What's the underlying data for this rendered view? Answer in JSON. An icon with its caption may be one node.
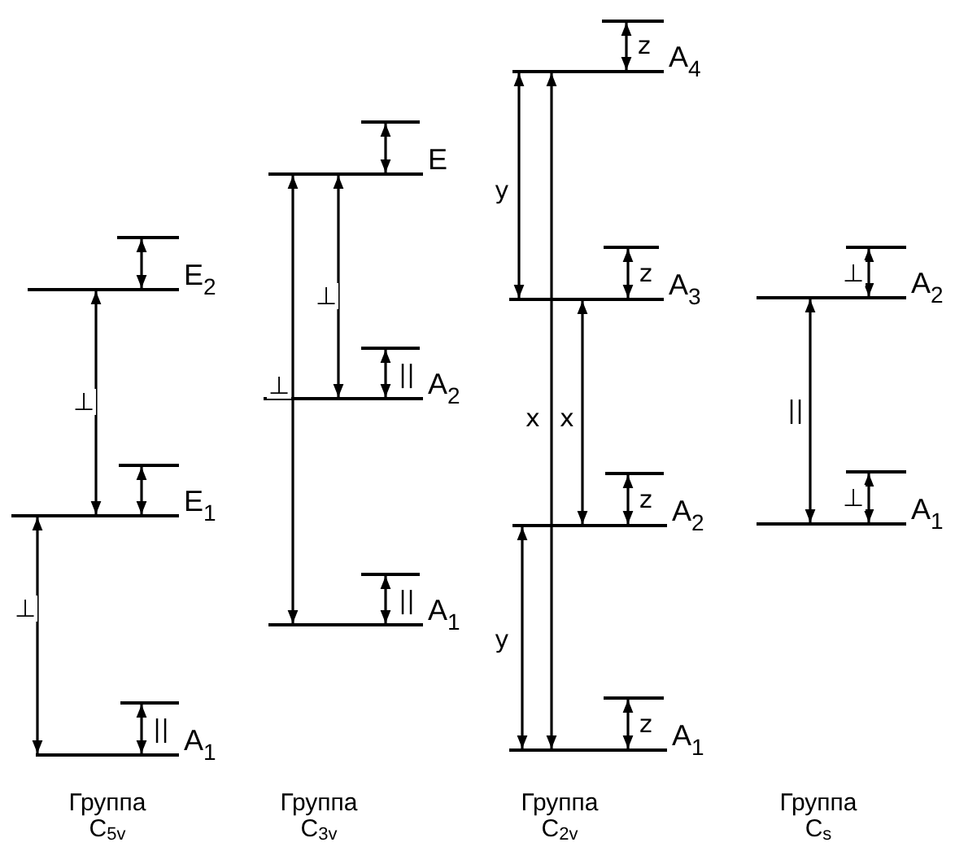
{
  "diagram": {
    "nodes": [
      {
        "text": [],
        "shape": "bar"
      },
      {
        "text": [],
        "shape": "bar",
        "beside": [
          "E$_{2}$"
        ]
      },
      {
        "text": [],
        "shape": "bar"
      },
      {
        "text": [],
        "shape": "bar",
        "beside": [
          "E$_{1}$"
        ]
      },
      {
        "text": [],
        "shape": "bar"
      },
      {
        "text": [],
        "shape": "bar",
        "beside": [
          "A$_{1}$"
        ]
      },
      {
        "text": [],
        "shape": "bar"
      },
      {
        "text": [],
        "shape": "bar",
        "beside": [
          "E"
        ]
      },
      {
        "text": [],
        "shape": "bar"
      },
      {
        "text": [],
        "shape": "bar",
        "beside": [
          "A$_{2}$"
        ]
      },
      {
        "text": [],
        "shape": "bar"
      },
      {
        "text": [],
        "shape": "bar",
        "beside": [
          "A$_{1}$"
        ]
      },
      {
        "text": [],
        "shape": "bar"
      },
      {
        "text": [],
        "shape": "bar",
        "beside": [
          "A$_{4}$"
        ]
      },
      {
        "text": [],
        "shape": "bar"
      },
      {
        "text": [],
        "shape": "bar",
        "beside": [
          "A$_{3}$"
        ]
      },
      {
        "text": [],
        "shape": "bar"
      },
      {
        "text": [],
        "shape": "bar",
        "beside": [
          "A$_{2}$"
        ]
      },
      {
        "text": [],
        "shape": "bar"
      },
      {
        "text": [],
        "shape": "bar",
        "beside": [
          "A$_{1}$"
        ]
      },
      {
        "text": [],
        "shape": "bar"
      },
      {
        "text": [],
        "shape": "bar",
        "beside": [
          "A$_{2}$"
        ]
      },
      {
        "text": [],
        "shape": "bar"
      },
      {
        "text": [],
        "shape": "bar",
        "beside": [
          "A$_{1}$"
        ]
      }
    ],
    "edges": [
      {
        "from": 1,
        "to": 0,
        "arrow": "both"
      },
      {
        "from": 3,
        "to": 2,
        "arrow": "both"
      },
      {
        "from": 5,
        "to": 4,
        "arrow": "both",
        "label": "||"
      },
      {
        "from": 3,
        "to": 1,
        "arrow": "both",
        "label": "⊥"
      },
      {
        "from": 5,
        "to": 3,
        "arrow": "both",
        "label": "⊥"
      },
      {
        "from": 7,
        "to": 6,
        "arrow": "both"
      },
      {
        "from": 9,
        "to": 8,
        "arrow": "both",
        "label": "||"
      },
      {
        "from": 11,
        "to": 10,
        "arrow": "both",
        "label": "||"
      },
      {
        "from": 11,
        "to": 7,
        "arrow": "both",
        "label": "⊥"
      },
      {
        "from": 9,
        "to": 7,
        "arrow": "both",
        "label": "⊥"
      },
      {
        "from": 13,
        "to": 12,
        "arrow": "both",
        "label": "z"
      },
      {
        "from": 15,
        "to": 14,
        "arrow": "both",
        "label": "z"
      },
      {
        "from": 17,
        "to": 16,
        "arrow": "both",
        "label": "z"
      },
      {
        "from": 19,
        "to": 18,
        "arrow": "both",
        "label": "z"
      },
      {
        "from": 15,
        "to": 13,
        "arrow": "both",
        "label": "y"
      },
      {
        "from": 19,
        "to": 13,
        "arrow": "both",
        "label": "x"
      },
      {
        "from": 17,
        "to": 15,
        "arrow": "both",
        "label": "x"
      },
      {
        "from": 19,
        "to": 17,
        "arrow": "both",
        "label": "y"
      },
      {
        "from": 21,
        "to": 20,
        "arrow": "both",
        "label": "⊥"
      },
      {
        "from": 23,
        "to": 22,
        "arrow": "both",
        "label": "⊥"
      },
      {
        "from": 23,
        "to": 21,
        "arrow": "both",
        "label": "||"
      }
    ],
    "labels": [
      "Группа C$_{5v}$",
      "Группа C$_{3v}$",
      "Группа C$_{2v}$",
      "Группа C$_{s}$"
    ]
  }
}
